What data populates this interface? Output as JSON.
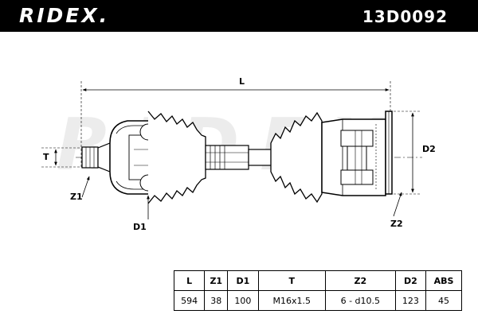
{
  "header": {
    "brand": "RIDEX.",
    "part_number": "13D0092",
    "background_color": "#000000",
    "text_color": "#ffffff"
  },
  "watermark": "RIDEX",
  "diagram": {
    "labels": {
      "L": "L",
      "T": "T",
      "Z1": "Z1",
      "D1": "D1",
      "Z2": "Z2",
      "D2": "D2"
    }
  },
  "specs_table": {
    "headers": [
      "L",
      "Z1",
      "D1",
      "T",
      "Z2",
      "D2",
      "ABS"
    ],
    "values": [
      "594",
      "38",
      "100",
      "M16x1.5",
      "6 - d10.5",
      "123",
      "45"
    ]
  }
}
